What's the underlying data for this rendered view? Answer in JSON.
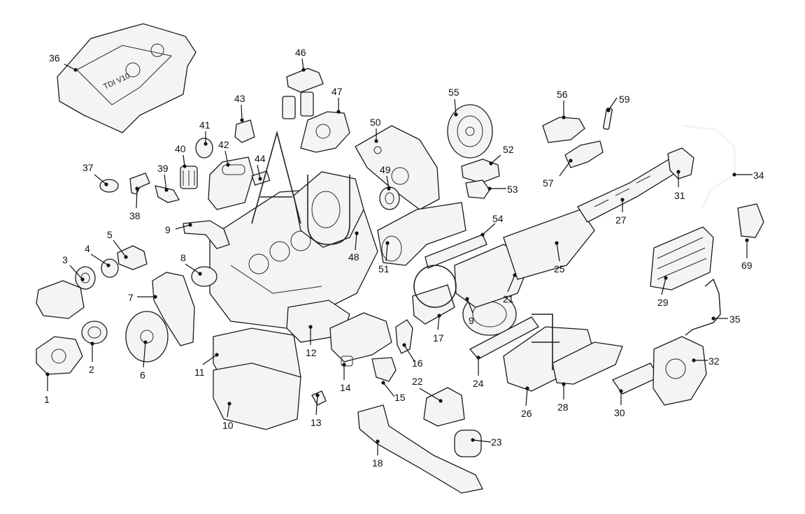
{
  "diagram": {
    "callouts": [
      {
        "id": "c1",
        "label": "1"
      },
      {
        "id": "c2",
        "label": "2"
      },
      {
        "id": "c3",
        "label": "3"
      },
      {
        "id": "c4",
        "label": "4"
      },
      {
        "id": "c5",
        "label": "5"
      },
      {
        "id": "c6",
        "label": "6"
      },
      {
        "id": "c7",
        "label": "7"
      },
      {
        "id": "c8",
        "label": "8"
      },
      {
        "id": "c9a",
        "label": "9"
      },
      {
        "id": "c9b",
        "label": "9"
      },
      {
        "id": "c10",
        "label": "10"
      },
      {
        "id": "c11",
        "label": "11"
      },
      {
        "id": "c12",
        "label": "12"
      },
      {
        "id": "c13",
        "label": "13"
      },
      {
        "id": "c14",
        "label": "14"
      },
      {
        "id": "c15",
        "label": "15"
      },
      {
        "id": "c16",
        "label": "16"
      },
      {
        "id": "c17",
        "label": "17"
      },
      {
        "id": "c18",
        "label": "18"
      },
      {
        "id": "c21",
        "label": "21"
      },
      {
        "id": "c22",
        "label": "22"
      },
      {
        "id": "c23",
        "label": "23"
      },
      {
        "id": "c24",
        "label": "24"
      },
      {
        "id": "c25",
        "label": "25"
      },
      {
        "id": "c26",
        "label": "26"
      },
      {
        "id": "c27",
        "label": "27"
      },
      {
        "id": "c28",
        "label": "28"
      },
      {
        "id": "c29",
        "label": "29"
      },
      {
        "id": "c30",
        "label": "30"
      },
      {
        "id": "c31",
        "label": "31"
      },
      {
        "id": "c32",
        "label": "32"
      },
      {
        "id": "c34",
        "label": "34"
      },
      {
        "id": "c35",
        "label": "35"
      },
      {
        "id": "c36",
        "label": "36"
      },
      {
        "id": "c37",
        "label": "37"
      },
      {
        "id": "c38",
        "label": "38"
      },
      {
        "id": "c39",
        "label": "39"
      },
      {
        "id": "c40",
        "label": "40"
      },
      {
        "id": "c41",
        "label": "41"
      },
      {
        "id": "c42",
        "label": "42"
      },
      {
        "id": "c43",
        "label": "43"
      },
      {
        "id": "c44",
        "label": "44"
      },
      {
        "id": "c46",
        "label": "46"
      },
      {
        "id": "c47",
        "label": "47"
      },
      {
        "id": "c48",
        "label": "48"
      },
      {
        "id": "c49",
        "label": "49"
      },
      {
        "id": "c50",
        "label": "50"
      },
      {
        "id": "c51",
        "label": "51"
      },
      {
        "id": "c52",
        "label": "52"
      },
      {
        "id": "c53",
        "label": "53"
      },
      {
        "id": "c54",
        "label": "54"
      },
      {
        "id": "c55",
        "label": "55"
      },
      {
        "id": "c56",
        "label": "56"
      },
      {
        "id": "c57",
        "label": "57"
      },
      {
        "id": "c59",
        "label": "59"
      },
      {
        "id": "c69",
        "label": "69"
      }
    ],
    "engine_cover_text": "TDI V10"
  },
  "colors": {
    "line": "#1a1a1a",
    "fill": "#f4f4f4",
    "background": "#ffffff"
  }
}
